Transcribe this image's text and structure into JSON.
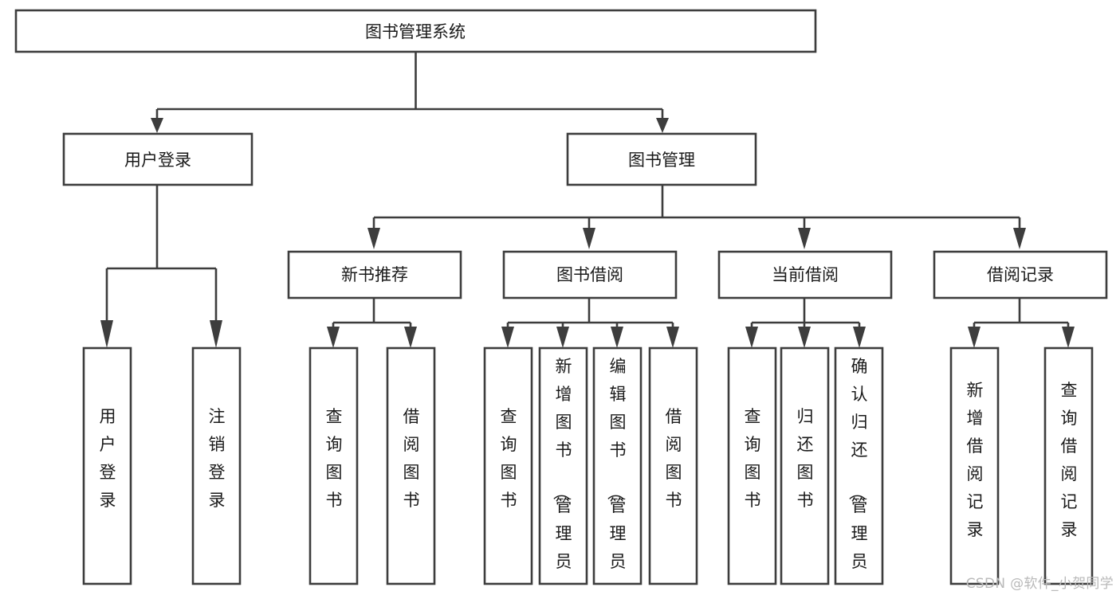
{
  "diagram": {
    "title": "图书管理系统",
    "type": "tree-hierarchy-chart",
    "watermark": "CSDN @软件_小贺同学",
    "colors": {
      "box_stroke": "#3d3d3d",
      "box_fill": "#ffffff",
      "text": "#1a1a1a",
      "background": "#ffffff",
      "watermark": "#b9b9b9"
    },
    "nodes": {
      "root": {
        "label": "图书管理系统",
        "orientation": "horizontal"
      },
      "level2": [
        {
          "id": "user-login",
          "label": "用户登录",
          "orientation": "horizontal"
        },
        {
          "id": "book-management",
          "label": "图书管理",
          "orientation": "horizontal"
        }
      ],
      "level3": [
        {
          "id": "new-book-recommend",
          "label": "新书推荐",
          "orientation": "horizontal"
        },
        {
          "id": "book-borrow",
          "label": "图书借阅",
          "orientation": "horizontal"
        },
        {
          "id": "current-borrow",
          "label": "当前借阅",
          "orientation": "horizontal"
        },
        {
          "id": "borrow-record",
          "label": "借阅记录",
          "orientation": "horizontal"
        }
      ],
      "leaves": [
        {
          "id": "leaf-user-login",
          "label": "用户登录",
          "parent": "user-login",
          "orientation": "vertical"
        },
        {
          "id": "leaf-user-logout",
          "label": "注销登录",
          "parent": "user-login",
          "orientation": "vertical"
        },
        {
          "id": "leaf-query-book-1",
          "label": "查询图书",
          "parent": "new-book-recommend",
          "orientation": "vertical"
        },
        {
          "id": "leaf-borrow-book-1",
          "label": "借阅图书",
          "parent": "new-book-recommend",
          "orientation": "vertical"
        },
        {
          "id": "leaf-query-book-2",
          "label": "查询图书",
          "parent": "book-borrow",
          "orientation": "vertical"
        },
        {
          "id": "leaf-add-book",
          "label": "新增图书（管理员）",
          "parent": "book-borrow",
          "orientation": "vertical"
        },
        {
          "id": "leaf-edit-book",
          "label": "编辑图书（管理员）",
          "parent": "book-borrow",
          "orientation": "vertical"
        },
        {
          "id": "leaf-borrow-book-2",
          "label": "借阅图书",
          "parent": "book-borrow",
          "orientation": "vertical"
        },
        {
          "id": "leaf-query-book-3",
          "label": "查询图书",
          "parent": "current-borrow",
          "orientation": "vertical"
        },
        {
          "id": "leaf-return-book",
          "label": "归还图书",
          "parent": "current-borrow",
          "orientation": "vertical"
        },
        {
          "id": "leaf-confirm-return",
          "label": "确认归还（管理员）",
          "parent": "current-borrow",
          "orientation": "vertical"
        },
        {
          "id": "leaf-add-record",
          "label": "新增借阅记录",
          "parent": "borrow-record",
          "orientation": "vertical"
        },
        {
          "id": "leaf-query-record",
          "label": "查询借阅记录",
          "parent": "borrow-record",
          "orientation": "vertical"
        }
      ]
    }
  }
}
